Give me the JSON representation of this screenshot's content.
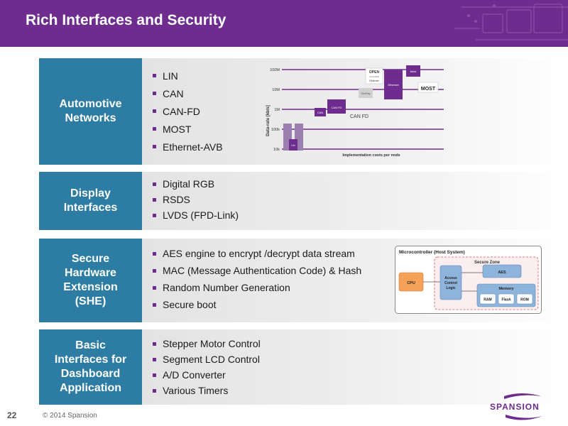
{
  "slide": {
    "title": "Rich Interfaces and Security",
    "page_number": "22",
    "copyright": "© 2014 Spansion",
    "logo": "SPANSION"
  },
  "rows": [
    {
      "label": "Automotive\nNetworks",
      "bullets": [
        "LIN",
        "CAN",
        "CAN-FD",
        "MOST",
        "Ethernet-AVB"
      ]
    },
    {
      "label": "Display\nInterfaces",
      "bullets": [
        "Digital RGB",
        "RSDS",
        "LVDS (FPD-Link)"
      ]
    },
    {
      "label": "Secure\nHardware\nExtension\n(SHE)",
      "bullets": [
        "AES engine to encrypt /decrypt data stream",
        "MAC (Message Authentication Code) & Hash",
        "Random Number Generation",
        "Secure boot"
      ]
    },
    {
      "label": "Basic\nInterfaces for\nDashboard\nApplication",
      "bullets": [
        "Stepper Motor Control",
        "Segment LCD Control",
        "A/D Converter",
        "Various Timers"
      ]
    }
  ],
  "network_chart": {
    "ylabel": "Data-rate [kb/s]",
    "xlabel": "Implementation costs per node",
    "yticks": [
      "100M",
      "10M",
      "1M",
      "100k",
      "10k"
    ],
    "bars": {
      "lin": "LIN",
      "can": "CAN",
      "canfd": "CAN FD",
      "flexray": "FlexRay",
      "ethernet": "Ethernet",
      "most": "Most"
    },
    "logos": {
      "canfd": "CAN FD",
      "most": "MOST",
      "open_line1": "OPEN",
      "open_line2": "ALLIANCE",
      "open_line3": "Ethernet"
    }
  },
  "she_diagram": {
    "title": "Microcontroller (Host System)",
    "secure_zone": "Secure Zone",
    "cpu": "CPU",
    "acl_line1": "Access",
    "acl_line2": "Control",
    "acl_line3": "Logic",
    "aes": "AES",
    "memory": "Memory",
    "ram": "RAM",
    "flash": "Flash",
    "rom": "ROM"
  },
  "colors": {
    "header": "#6f2c8f",
    "label_box": "#2d7ca3",
    "bullet": "#6f2c8f",
    "chart_purple": "#6f2c8f",
    "diagram_blue": "#8fb4dc",
    "cpu_orange": "#f5a15a"
  }
}
